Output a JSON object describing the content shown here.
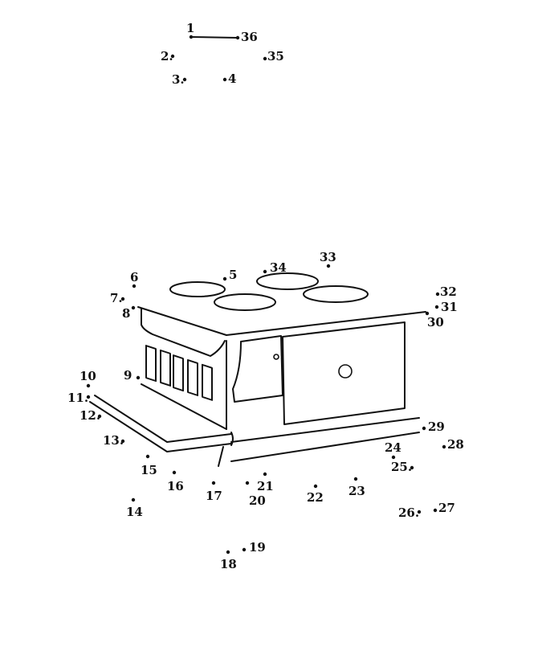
{
  "puzzle": {
    "labels": [
      "1",
      "2",
      "3",
      "4",
      "5",
      "6",
      "7",
      "8",
      "9",
      "10",
      "11",
      "12",
      "13",
      "14",
      "15",
      "16",
      "17",
      "18",
      "19",
      "20",
      "21",
      "22",
      "23",
      "24",
      "25",
      "26",
      "27",
      "28",
      "29",
      "30",
      "31",
      "32",
      "33",
      "34",
      "35",
      "36"
    ]
  }
}
